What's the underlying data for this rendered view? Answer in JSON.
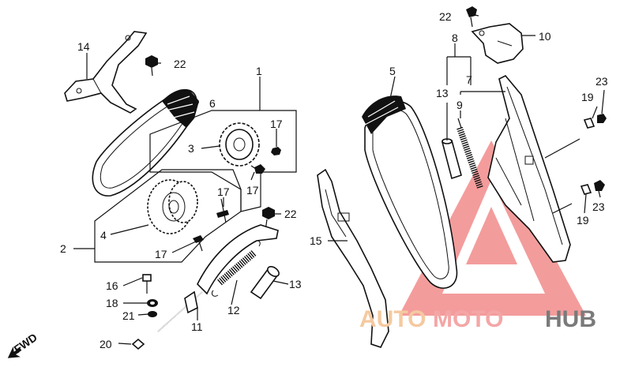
{
  "callouts": {
    "c1": "1",
    "c2": "2",
    "c3": "3",
    "c4": "4",
    "c5": "5",
    "c6": "6",
    "c7": "7",
    "c8": "8",
    "c9": "9",
    "c10": "10",
    "c11": "11",
    "c12": "12",
    "c13a": "13",
    "c13b": "13",
    "c14": "14",
    "c15": "15",
    "c16": "16",
    "c17a": "17",
    "c17b": "17",
    "c17c": "17",
    "c17d": "17",
    "c18": "18",
    "c19a": "19",
    "c19b": "19",
    "c20": "20",
    "c21": "21",
    "c22a": "22",
    "c22b": "22",
    "c22c": "22",
    "c23a": "23",
    "c23b": "23"
  },
  "fwd_label": "FWD",
  "watermark": {
    "part1": "AUTO",
    "part2": "MOTO",
    "part3": "HUB",
    "color_auto": "#f5c9a0",
    "color_moto": "#f4a6a6",
    "color_hub": "#7a7a7a",
    "triangle_color": "#f28b8b"
  }
}
